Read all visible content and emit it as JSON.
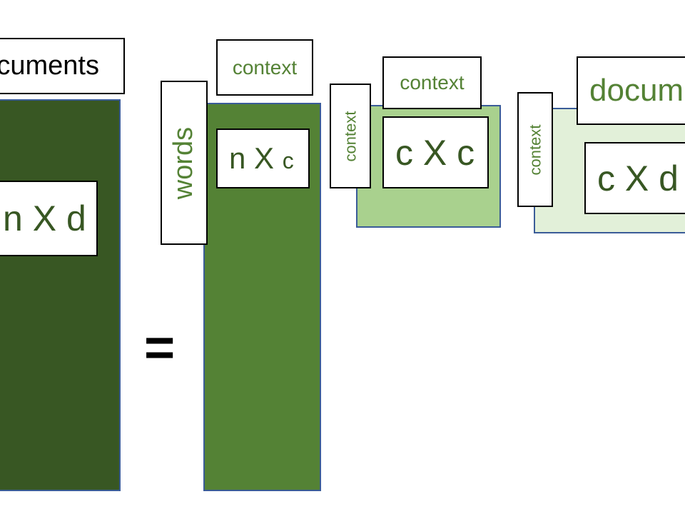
{
  "colors": {
    "dark_green": "#385723",
    "mid_green": "#548235",
    "light_green": "#a9d18e",
    "pale_green": "#e2f0d9",
    "label_text_green": "#548235",
    "dim_text_green": "#385723",
    "border_blue": "#3a5c98"
  },
  "matrix_A": {
    "top_label": "cuments",
    "dims": "n X d"
  },
  "equals": "=",
  "matrix_U": {
    "side_label": "words",
    "top_label": "context",
    "dims_main": "n X ",
    "dims_small": "c"
  },
  "matrix_S": {
    "side_label": "context",
    "top_label": "context",
    "dims": "c X c"
  },
  "matrix_V": {
    "side_label": "context",
    "top_label": "docume",
    "dims": "c X d"
  }
}
